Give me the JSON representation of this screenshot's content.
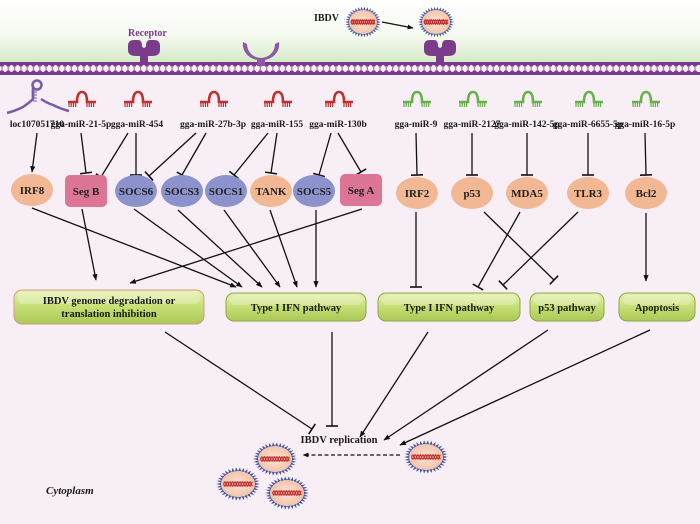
{
  "title_labels": {
    "receptor": "Receptor",
    "ibdv_top": "IBDV",
    "cytoplasm": "Cytoplasm",
    "replication": "IBDV replication"
  },
  "colors": {
    "mir_red": "#c0302f",
    "mir_green": "#6ab04c",
    "lnc_purple": "#7a5aa8",
    "membrane": "#7b3a8c",
    "receptor": "#7b3a8c",
    "orange_node": "#f2b894",
    "blue_node": "#8c93cc",
    "pink_node": "#dc7596",
    "pathway_fill": "#c8e07a",
    "pathway_border": "#8aa84a"
  },
  "regulators": [
    {
      "id": "loc",
      "label": "loc107051710",
      "type": "lncRNA"
    },
    {
      "id": "m21",
      "label": "gga-miR-21-5p",
      "type": "miRNA-red"
    },
    {
      "id": "m454",
      "label": "gga-miR-454",
      "type": "miRNA-red"
    },
    {
      "id": "m27b",
      "label": "gga-miR-27b-3p",
      "type": "miRNA-red"
    },
    {
      "id": "m155",
      "label": "gga-miR-155",
      "type": "miRNA-red"
    },
    {
      "id": "m130b",
      "label": "gga-miR-130b",
      "type": "miRNA-red"
    },
    {
      "id": "m9",
      "label": "gga-miR-9",
      "type": "miRNA-green"
    },
    {
      "id": "m2127",
      "label": "gga-miR-2127",
      "type": "miRNA-green"
    },
    {
      "id": "m142",
      "label": "gga-miR-142-5p",
      "type": "miRNA-green"
    },
    {
      "id": "m6655",
      "label": "gga-miR-6655-5p",
      "type": "miRNA-green"
    },
    {
      "id": "m16",
      "label": "gga-miR-16-5p",
      "type": "miRNA-green"
    }
  ],
  "targets": [
    {
      "id": "IRF8",
      "label": "IRF8",
      "shape": "ellipse",
      "color": "orange"
    },
    {
      "id": "SegB",
      "label": "Seg B",
      "shape": "rect",
      "color": "pink"
    },
    {
      "id": "SOCS6",
      "label": "SOCS6",
      "shape": "ellipse",
      "color": "blue"
    },
    {
      "id": "SOCS3",
      "label": "SOCS3",
      "shape": "ellipse",
      "color": "blue"
    },
    {
      "id": "SOCS1",
      "label": "SOCS1",
      "shape": "ellipse",
      "color": "blue"
    },
    {
      "id": "TANK",
      "label": "TANK",
      "shape": "ellipse",
      "color": "orange"
    },
    {
      "id": "SOCS5",
      "label": "SOCS5",
      "shape": "ellipse",
      "color": "blue"
    },
    {
      "id": "SegA",
      "label": "Seg A",
      "shape": "rect",
      "color": "pink"
    },
    {
      "id": "IRF2",
      "label": "IRF2",
      "shape": "ellipse",
      "color": "orange"
    },
    {
      "id": "p53",
      "label": "p53",
      "shape": "ellipse",
      "color": "orange"
    },
    {
      "id": "MDA5",
      "label": "MDA5",
      "shape": "ellipse",
      "color": "orange"
    },
    {
      "id": "TLR3",
      "label": "TLR3",
      "shape": "ellipse",
      "color": "orange"
    },
    {
      "id": "Bcl2",
      "label": "Bcl2",
      "shape": "ellipse",
      "color": "orange"
    }
  ],
  "pathways": [
    {
      "id": "genome",
      "line1": "IBDV genome degradation or",
      "line2": "translation inhibition"
    },
    {
      "id": "ifn1",
      "line1": "Type I IFN pathway",
      "line2": ""
    },
    {
      "id": "ifn2",
      "line1": "Type I IFN pathway",
      "line2": ""
    },
    {
      "id": "p53p",
      "line1": "p53 pathway",
      "line2": ""
    },
    {
      "id": "apop",
      "line1": "Apoptosis",
      "line2": ""
    }
  ],
  "edges": [
    {
      "from": "loc",
      "to": "IRF8",
      "type": "activate"
    },
    {
      "from": "m21",
      "to": "SegB",
      "type": "inhibit"
    },
    {
      "from": "m454",
      "to": "SegB",
      "type": "inhibit"
    },
    {
      "from": "m454",
      "to": "SOCS6",
      "type": "inhibit"
    },
    {
      "from": "m27b",
      "to": "SOCS6",
      "type": "inhibit"
    },
    {
      "from": "m27b",
      "to": "SOCS3",
      "type": "inhibit"
    },
    {
      "from": "m155",
      "to": "SOCS1",
      "type": "inhibit"
    },
    {
      "from": "m155",
      "to": "TANK",
      "type": "inhibit"
    },
    {
      "from": "m130b",
      "to": "SOCS5",
      "type": "inhibit"
    },
    {
      "from": "m130b",
      "to": "SegA",
      "type": "inhibit"
    },
    {
      "from": "m9",
      "to": "IRF2",
      "type": "inhibit"
    },
    {
      "from": "m2127",
      "to": "p53",
      "type": "inhibit"
    },
    {
      "from": "m142",
      "to": "MDA5",
      "type": "inhibit"
    },
    {
      "from": "m6655",
      "to": "TLR3",
      "type": "inhibit"
    },
    {
      "from": "m16",
      "to": "Bcl2",
      "type": "inhibit"
    },
    {
      "from": "IRF8",
      "to": "ifn1",
      "type": "activate"
    },
    {
      "from": "SegB",
      "to": "genome",
      "type": "activate"
    },
    {
      "from": "SegA",
      "to": "genome",
      "type": "activate"
    },
    {
      "from": "SOCS6",
      "to": "ifn1",
      "type": "activate"
    },
    {
      "from": "SOCS3",
      "to": "ifn1",
      "type": "activate"
    },
    {
      "from": "SOCS1",
      "to": "ifn1",
      "type": "activate"
    },
    {
      "from": "TANK",
      "to": "ifn1",
      "type": "activate"
    },
    {
      "from": "SOCS5",
      "to": "ifn1",
      "type": "activate"
    },
    {
      "from": "IRF2",
      "to": "ifn2",
      "type": "inhibit"
    },
    {
      "from": "p53",
      "to": "p53p",
      "type": "inhibit"
    },
    {
      "from": "MDA5",
      "to": "ifn2",
      "type": "inhibit"
    },
    {
      "from": "TLR3",
      "to": "ifn2",
      "type": "inhibit"
    },
    {
      "from": "Bcl2",
      "to": "apop",
      "type": "activate"
    },
    {
      "from": "genome",
      "to": "replication",
      "type": "inhibit"
    },
    {
      "from": "ifn1",
      "to": "replication",
      "type": "inhibit"
    },
    {
      "from": "ifn2",
      "to": "replication",
      "type": "activate"
    },
    {
      "from": "p53p",
      "to": "replication",
      "type": "activate"
    },
    {
      "from": "apop",
      "to": "replication",
      "type": "activate"
    }
  ]
}
